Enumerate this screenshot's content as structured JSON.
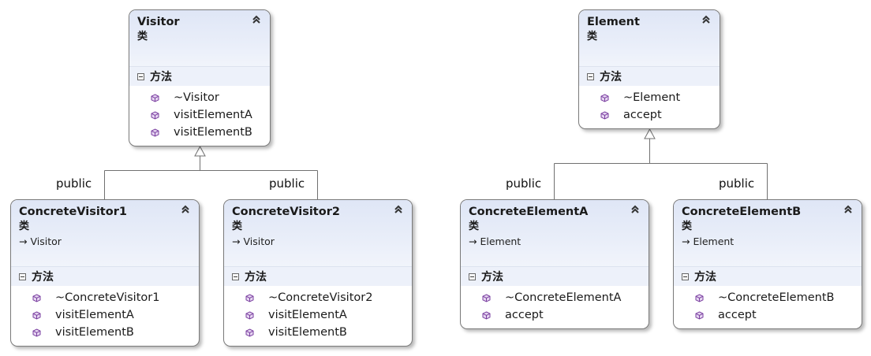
{
  "diagram": {
    "kind_label": "类",
    "methods_label": "方法",
    "relations": [
      {
        "label": "public"
      },
      {
        "label": "public"
      },
      {
        "label": "public"
      },
      {
        "label": "public"
      }
    ],
    "classes": {
      "visitor": {
        "name": "Visitor",
        "methods": [
          "~Visitor",
          "visitElementA",
          "visitElementB"
        ]
      },
      "element": {
        "name": "Element",
        "methods": [
          "~Element",
          "accept"
        ]
      },
      "concrete_visitor1": {
        "name": "ConcreteVisitor1",
        "base": "Visitor",
        "methods": [
          "~ConcreteVisitor1",
          "visitElementA",
          "visitElementB"
        ]
      },
      "concrete_visitor2": {
        "name": "ConcreteVisitor2",
        "base": "Visitor",
        "methods": [
          "~ConcreteVisitor2",
          "visitElementA",
          "visitElementB"
        ]
      },
      "concrete_element_a": {
        "name": "ConcreteElementA",
        "base": "Element",
        "methods": [
          "~ConcreteElementA",
          "accept"
        ]
      },
      "concrete_element_b": {
        "name": "ConcreteElementB",
        "base": "Element",
        "methods": [
          "~ConcreteElementB",
          "accept"
        ]
      }
    }
  },
  "icons": {
    "collapse": "double-chevron-up-icon",
    "method": "method-cube-icon",
    "inherit": "inherits-arrow-icon",
    "section_toggle": "collapse-section-minus-icon"
  },
  "colors": {
    "header_bg": "#dfe6f6",
    "section_bg": "#edf1fa",
    "method_icon": "#7a3fa0",
    "border": "#7a7a7a"
  }
}
